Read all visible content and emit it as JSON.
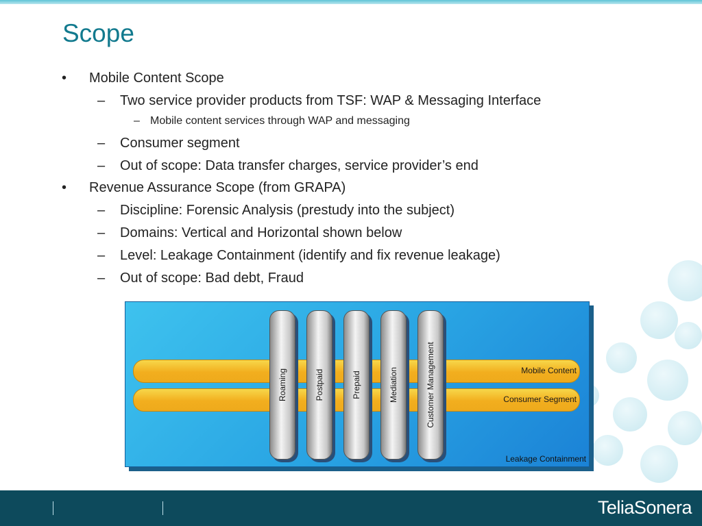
{
  "slide": {
    "title": "Scope"
  },
  "bullets": [
    {
      "marker": "•",
      "text": "Mobile Content Scope"
    },
    {
      "marker": "–",
      "text": "Two service provider products from TSF: WAP & Messaging Interface"
    },
    {
      "marker": "–",
      "text": "Mobile content services through WAP and messaging"
    },
    {
      "marker": "–",
      "text": "Consumer segment"
    },
    {
      "marker": "–",
      "text": "Out of scope: Data transfer charges, service provider’s end"
    },
    {
      "marker": "•",
      "text": "Revenue Assurance Scope (from GRAPA)"
    },
    {
      "marker": "–",
      "text": "Discipline: Forensic Analysis (prestudy into the subject)"
    },
    {
      "marker": "–",
      "text": "Domains: Vertical and Horizontal shown below"
    },
    {
      "marker": "–",
      "text": "Level: Leakage Containment (identify and fix revenue leakage)"
    },
    {
      "marker": "–",
      "text": "Out of scope: Bad debt, Fraud"
    }
  ],
  "diagram": {
    "bands": [
      "Mobile Content",
      "Consumer Segment"
    ],
    "pillars": [
      "Roaming",
      "Postpaid",
      "Prepaid",
      "Mediation",
      "Customer Management"
    ],
    "container_label": "Leakage Containment"
  },
  "footer": {
    "brand": "TeliaSonera"
  },
  "colors": {
    "title": "#127a8e",
    "footer": "#0d4a5c",
    "band": "#f2ae1e",
    "panel": "#2aa6e4"
  }
}
